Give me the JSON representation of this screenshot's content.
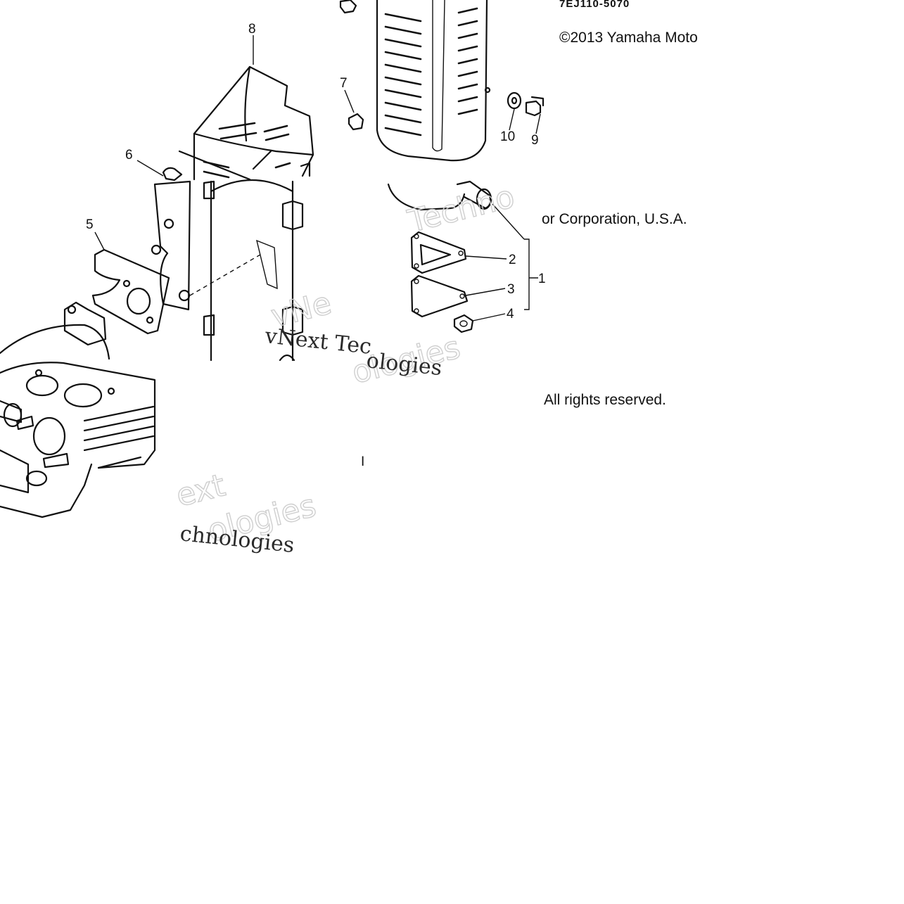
{
  "diagram": {
    "part_code": "7EJ110-5070",
    "copyright_line1": "©2013 Yamaha Moto",
    "copyright_line2": "or Corporation, U.S.A.",
    "copyright_line3": "All rights reserved.",
    "stray_mark": "I",
    "callouts": [
      "1",
      "2",
      "3",
      "4",
      "5",
      "6",
      "7",
      "8",
      "9",
      "10"
    ],
    "watermark": {
      "techno": "Techno",
      "vnext_outline": "vNe",
      "vnext_tec": "vNext Tec",
      "ologies": "ologies",
      "ext": "ext",
      "logies": "ologies",
      "chnologies": "chnologies"
    }
  }
}
